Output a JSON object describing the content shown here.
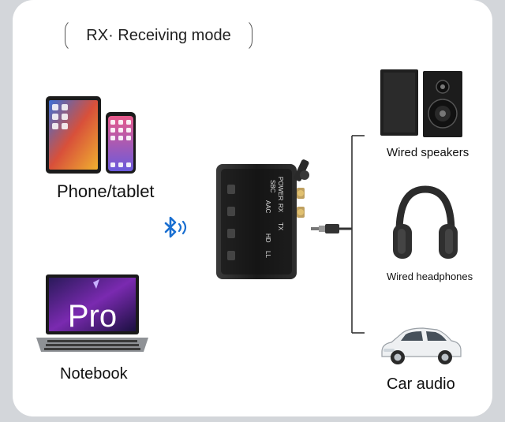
{
  "header": {
    "title": "RX· Receiving mode"
  },
  "sources": [
    {
      "label": "Phone/tablet",
      "icon": "phone-tablet-icon"
    },
    {
      "label": "Notebook",
      "icon": "laptop-icon",
      "screen_text": "Pro"
    }
  ],
  "outputs": [
    {
      "label": "Wired speakers",
      "icon": "speaker-icon"
    },
    {
      "label": "Wired headphones",
      "icon": "headphones-icon"
    },
    {
      "label": "Car audio",
      "icon": "car-icon"
    }
  ],
  "device": {
    "icon": "bluetooth-adapter-icon",
    "indicators": [
      "POWER",
      "SBC",
      "RX",
      "TX",
      "AAC",
      "HD",
      "LL"
    ]
  },
  "connection": {
    "icon": "bluetooth-icon"
  },
  "colors": {
    "bluetooth": "#1a6fd1",
    "device_body": "#2a2a2a",
    "card": "#ffffff"
  }
}
